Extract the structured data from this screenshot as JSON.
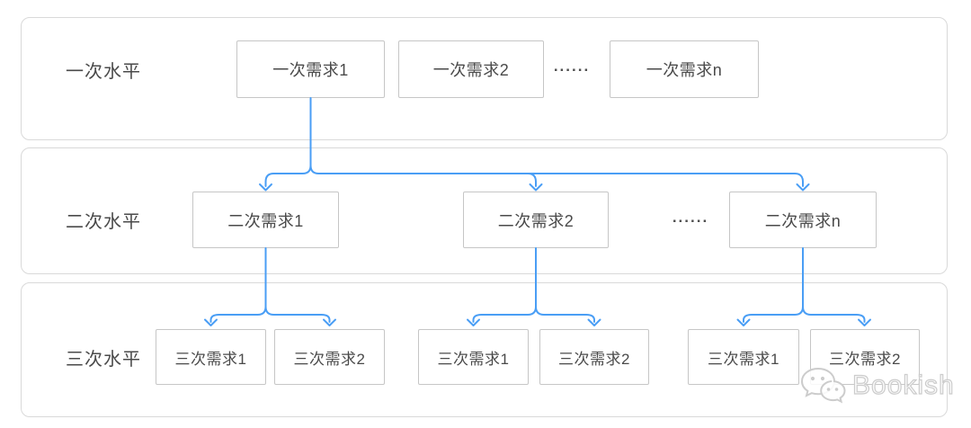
{
  "colors": {
    "accent": "#4A9EF5",
    "band_border": "#D9D9D9",
    "box_border": "#C6C6C6",
    "text": "#4A4A4A",
    "watermark": "#CCCCCC"
  },
  "diagram": {
    "levels": [
      {
        "label": "一次水平",
        "nodes": [
          "一次需求1",
          "一次需求2",
          "一次需求n"
        ],
        "ellipsis": "......"
      },
      {
        "label": "二次水平",
        "nodes": [
          "二次需求1",
          "二次需求2",
          "二次需求n"
        ],
        "ellipsis": "......"
      },
      {
        "label": "三次水平",
        "nodes": [
          "三次需求1",
          "三次需求2",
          "三次需求1",
          "三次需求2",
          "三次需求1",
          "三次需求2"
        ]
      }
    ]
  },
  "watermark": {
    "icon": "wechat-icon",
    "text": "Bookish"
  }
}
